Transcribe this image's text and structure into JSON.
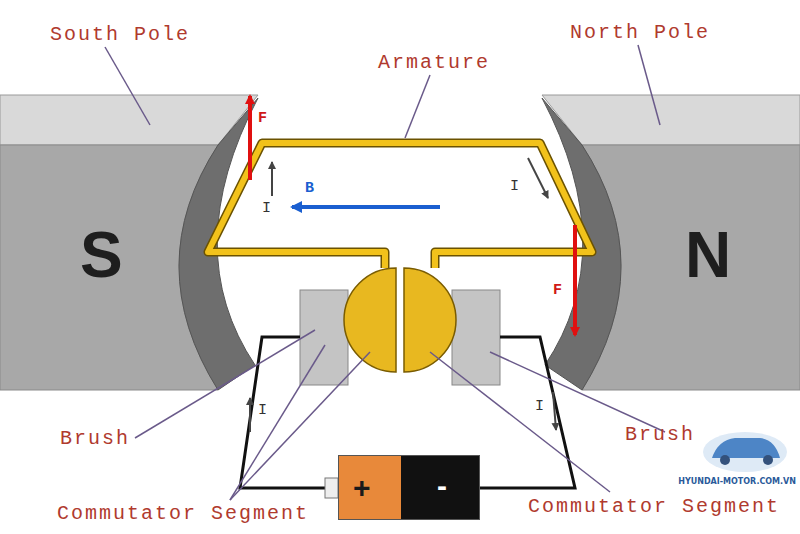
{
  "diagram": {
    "nodes": [
      {
        "text": [
          "S"
        ]
      },
      {
        "text": [
          "N"
        ]
      },
      {
        "text": [
          "+",
          "-"
        ]
      }
    ],
    "labels": [
      "South Pole",
      "North Pole",
      "Armature",
      "F",
      "I",
      "B",
      "I",
      "F",
      "Brush",
      "I",
      "I",
      "Brush",
      "Commutator Segment",
      "Commutator Segment",
      "HYUNDAI-MOTOR.COM.VN"
    ]
  }
}
